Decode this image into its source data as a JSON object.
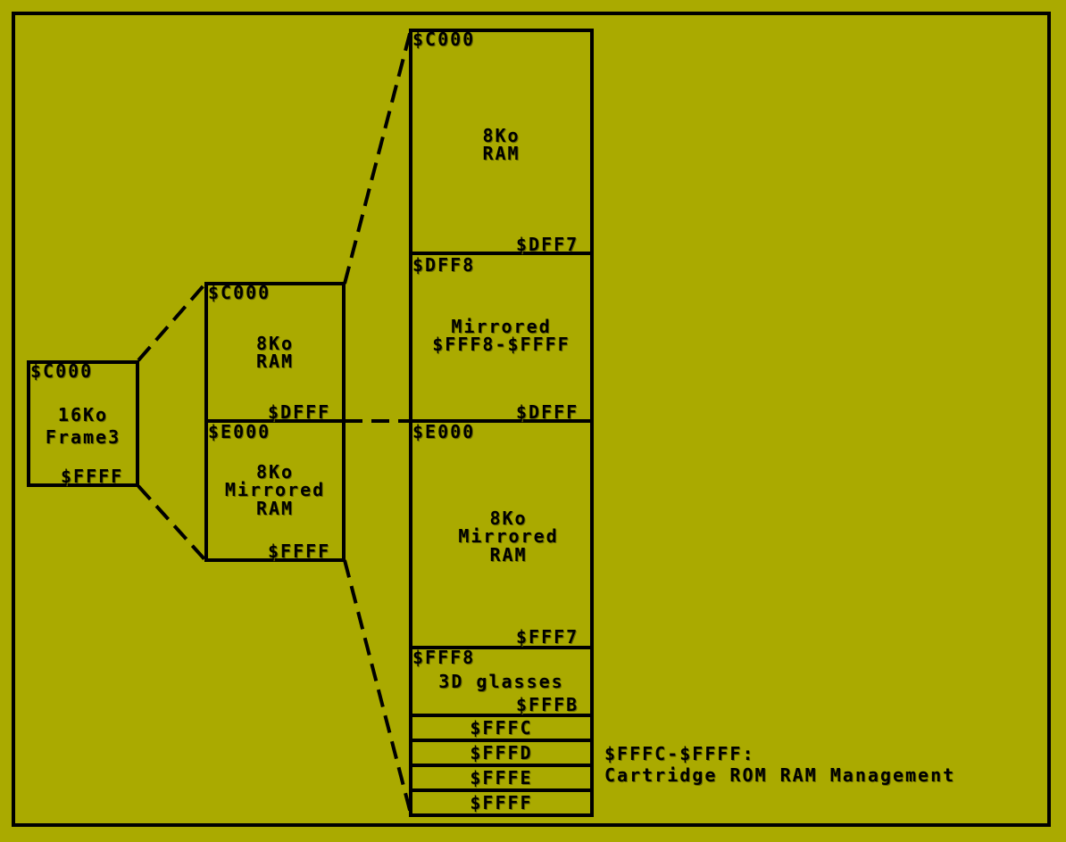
{
  "block1": {
    "start": "$C000",
    "size": "16Ko",
    "name": "Frame3",
    "end": "$FFFF"
  },
  "block2": {
    "ram": {
      "start": "$C000",
      "size": "8Ko",
      "name": "RAM",
      "end": "$DFFF"
    },
    "mirror": {
      "start": "$E000",
      "size": "8Ko",
      "name1": "Mirrored",
      "name2": "RAM",
      "end": "$FFFF"
    }
  },
  "block3": {
    "ram": {
      "start": "$C000",
      "size": "8Ko",
      "name": "RAM",
      "end": "$DFF7"
    },
    "mirrored_regs": {
      "start": "$DFF8",
      "name": "Mirrored",
      "range": "$FFF8-$FFFF",
      "end": "$DFFF"
    },
    "mirror_ram": {
      "start": "$E000",
      "size": "8Ko",
      "name1": "Mirrored",
      "name2": "RAM",
      "end": "$FFF7"
    },
    "glasses": {
      "start": "$FFF8",
      "name": "3D glasses",
      "end": "$FFFB"
    },
    "regs": [
      "$FFFC",
      "$FFFD",
      "$FFFE",
      "$FFFF"
    ]
  },
  "annotation": {
    "line1": "$FFFC-$FFFF:",
    "line2": "Cartridge ROM RAM Management"
  }
}
